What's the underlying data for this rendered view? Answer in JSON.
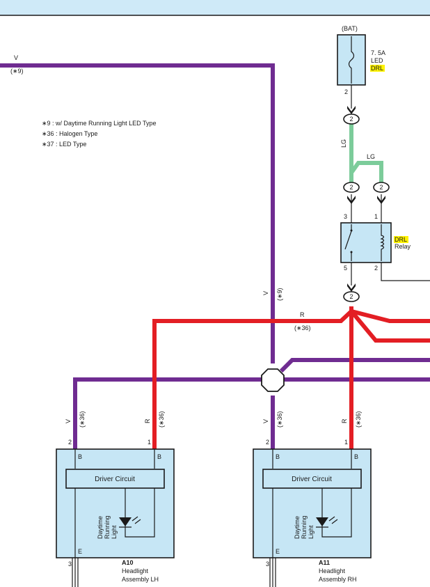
{
  "notes": [
    "∗9 : w/ Daytime Running Light LED Type",
    "∗36 : Halogen Type",
    "∗37 : LED Type"
  ],
  "fuse": {
    "source": "(BAT)",
    "rating": "7. 5A",
    "line1": "LED",
    "line2": "DRL",
    "pin": "2"
  },
  "relay": {
    "name1": "DRL",
    "name2": "Relay",
    "pin_top_left": "3",
    "pin_top_right": "1",
    "pin_bottom_left": "5",
    "pin_bottom_right": "2"
  },
  "connectors": {
    "c1": "2",
    "c2": "2",
    "c3": "2",
    "c4": "2"
  },
  "wires": {
    "top_v_label": "V",
    "top_v_note": "(∗9)",
    "lg_vertical": "LG",
    "lg_branch": "LG",
    "v_mid": "V",
    "v_mid_note": "(∗9)",
    "r_mid": "R",
    "r_mid_note": "(∗36)",
    "lh_v": "V",
    "lh_v_note": "(∗36)",
    "lh_r": "R",
    "lh_r_note": "(∗36)",
    "rh_v": "V",
    "rh_v_note": "(∗36)",
    "rh_r": "R",
    "rh_r_note": "(∗36)"
  },
  "lh": {
    "pin_v": "2",
    "pin_r": "1",
    "term_left": "B",
    "term_right": "B",
    "driver": "Driver Circuit",
    "light1": "Daytime",
    "light2": "Running",
    "light3": "Light",
    "term_bottom": "E",
    "pin_bottom": "3",
    "code": "A10",
    "title1": "Headlight",
    "title2": "Assembly LH"
  },
  "rh": {
    "pin_v": "2",
    "pin_r": "1",
    "term_left": "B",
    "term_right": "B",
    "driver": "Driver Circuit",
    "light1": "Daytime",
    "light2": "Running",
    "light3": "Light",
    "term_bottom": "E",
    "pin_bottom": "3",
    "code": "A11",
    "title1": "Headlight",
    "title2": "Assembly RH"
  },
  "colors": {
    "violet": "#6f2c91",
    "red": "#e31e24",
    "light_green": "#7ccc9a",
    "component_fill": "#c6e6f5",
    "highlight": "#fff200",
    "header_band": "#cfeaf8"
  },
  "icons": [
    "fuse-icon",
    "relay-switch-icon",
    "relay-coil-icon",
    "led-icon",
    "splice-icon"
  ]
}
